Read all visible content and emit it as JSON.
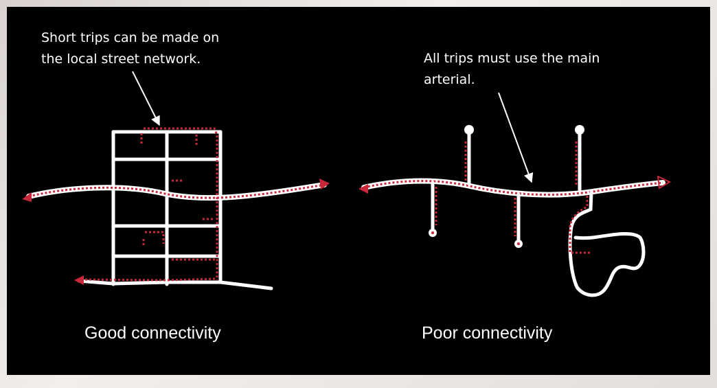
{
  "colors": {
    "background": "#000000",
    "road": "#ffffff",
    "trip": "#c8283a",
    "frame": "#e6e0dd"
  },
  "left_panel": {
    "note": [
      "Short trips can be made on",
      "the local street network."
    ],
    "caption": "Good connectivity"
  },
  "right_panel": {
    "note": [
      "All trips must use the main",
      "arterial."
    ],
    "caption": "Poor connectivity"
  }
}
